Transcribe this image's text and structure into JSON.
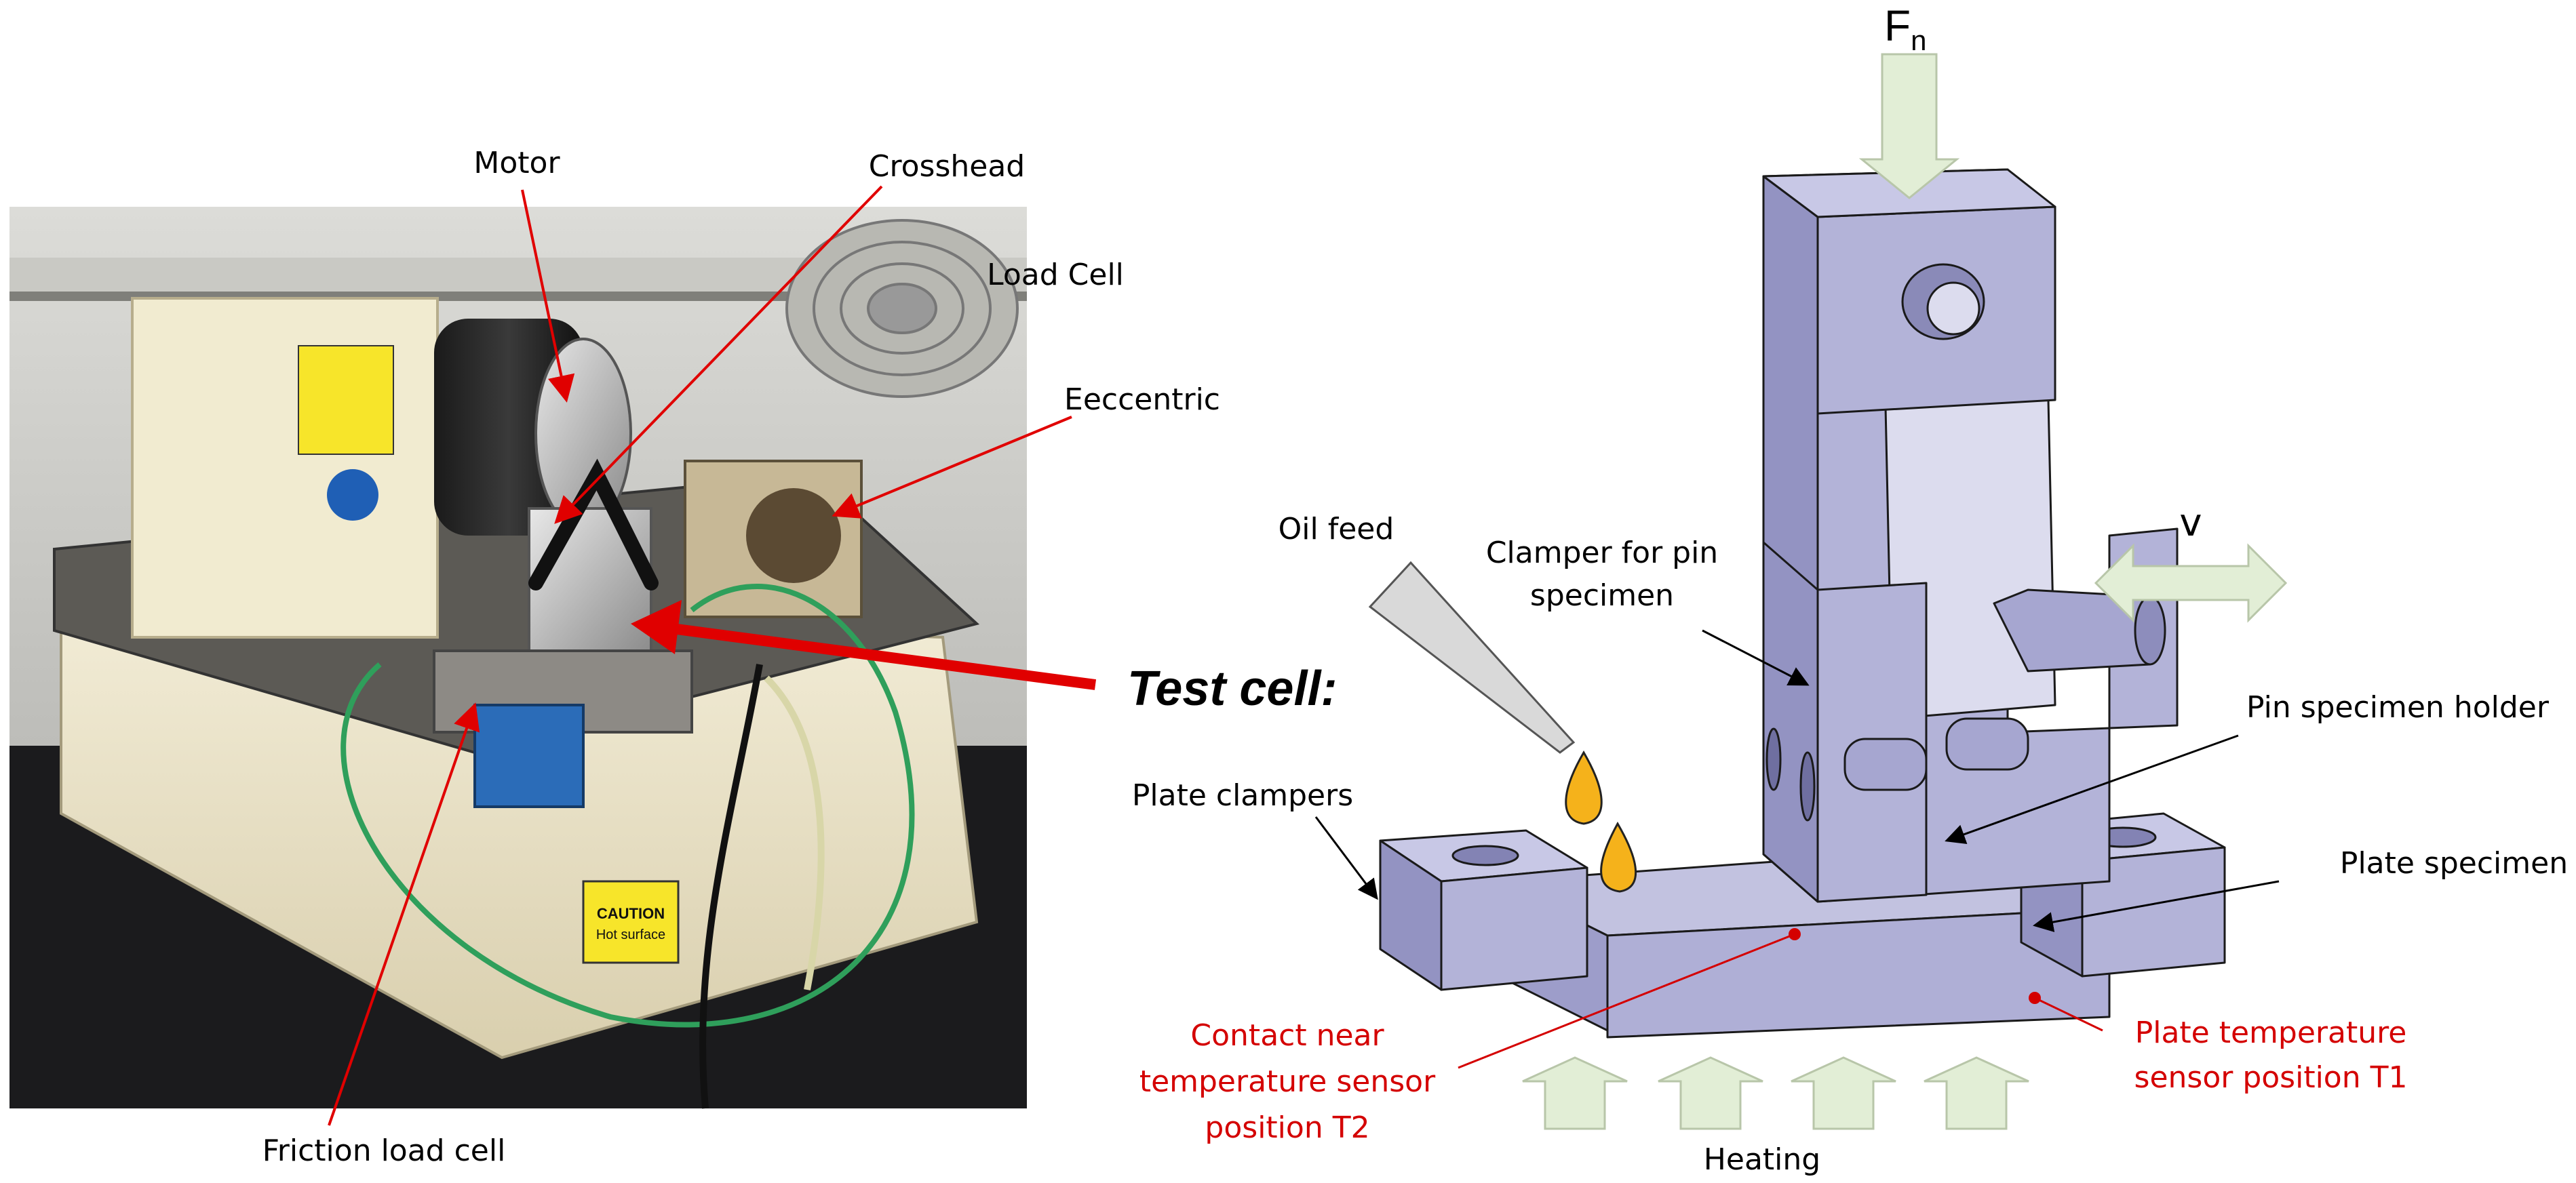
{
  "photo_labels": {
    "motor": "Motor",
    "crosshead": "Crosshead",
    "load_cell": "Load Cell",
    "eccentric": "Eeccentric",
    "friction_load_cell": "Friction load cell",
    "test_cell": "Test cell:"
  },
  "photo_signs": {
    "caution_line1": "CAUTION",
    "caution_line2": "Hot surface"
  },
  "diagram_labels": {
    "normal_force_base": "F",
    "normal_force_sub": "n",
    "velocity": "v",
    "oil_feed": "Oil feed",
    "clamper_pin_line1": "Clamper for pin",
    "clamper_pin_line2": "specimen",
    "pin_holder": "Pin specimen holder",
    "plate_clampers": "Plate clampers",
    "plate_specimen": "Plate specimen",
    "contact_sensor_line1": "Contact near",
    "contact_sensor_line2": "temperature sensor",
    "contact_sensor_line3": "position T2",
    "plate_sensor_line1": "Plate temperature",
    "plate_sensor_line2": "sensor position T1",
    "heating": "Heating"
  },
  "colors": {
    "part_fill": "#b3b3d8",
    "part_light": "#c8c8e6",
    "part_dark": "#9393c2",
    "arrow_fill": "#e2eed6",
    "oil_drop": "#f5b21b",
    "annotation_red": "#d40000",
    "annotation_black": "#000000"
  }
}
